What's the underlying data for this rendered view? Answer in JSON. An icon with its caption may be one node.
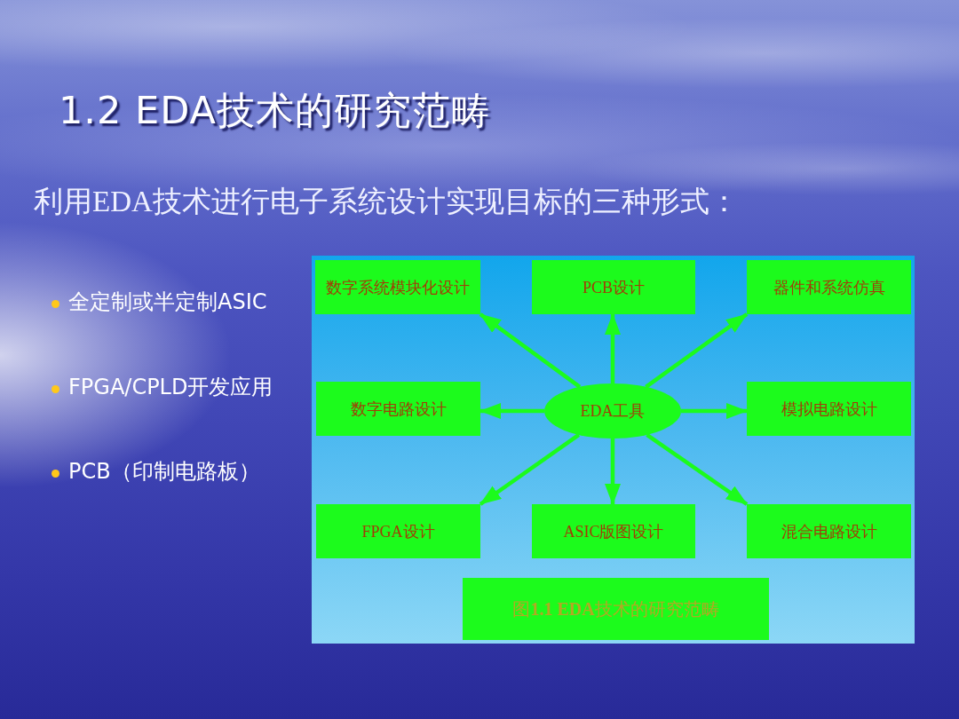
{
  "diagram": {
    "title": "1.2 EDA技术的研究范畴",
    "nodes": [
      {
        "text": [
          "数字系统模块化设计"
        ]
      },
      {
        "text": [
          "PCB设计"
        ]
      },
      {
        "text": [
          "器件和系统仿真"
        ]
      },
      {
        "text": [
          "数字电路设计"
        ]
      },
      {
        "text": [
          "EDA工具"
        ]
      },
      {
        "text": [
          "模拟电路设计"
        ]
      },
      {
        "text": [
          "FPGA设计"
        ]
      },
      {
        "text": [
          "ASIC版图设计"
        ]
      },
      {
        "text": [
          "混合电路设计"
        ]
      },
      {
        "text": [
          "图**1.1 EDA**技术的研究范畴"
        ]
      }
    ],
    "edges": [
      {
        "from": 4,
        "to": 0,
        "arrow": "to"
      },
      {
        "from": 4,
        "to": 1,
        "arrow": "to"
      },
      {
        "from": 4,
        "to": 2,
        "arrow": "to"
      },
      {
        "from": 4,
        "to": 3,
        "arrow": "to"
      },
      {
        "from": 4,
        "to": 5,
        "arrow": "to"
      },
      {
        "from": 4,
        "to": 6,
        "arrow": "to"
      },
      {
        "from": 4,
        "to": 7,
        "arrow": "to"
      },
      {
        "from": 4,
        "to": 8,
        "arrow": "to"
      }
    ],
    "labels": [
      "利用EDA技术进行电子系统设计实现目标的三种形式：",
      "全定制或半定制ASIC",
      "FPGA/CPLD开发应用",
      "PCB（印制电路板）"
    ]
  }
}
